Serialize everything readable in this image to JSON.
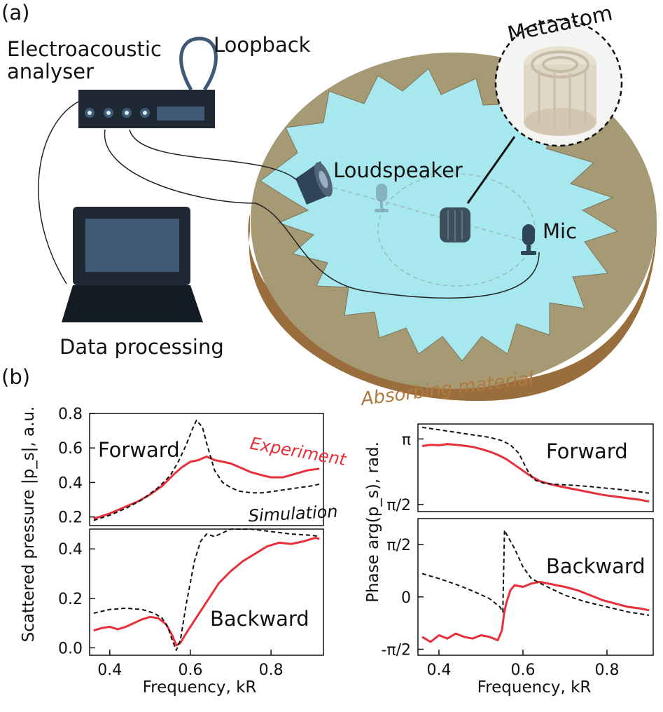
{
  "panel_a": {
    "label": "(a)",
    "analyser_label_line1": "Electroacoustic",
    "analyser_label_line2": "analyser",
    "loopback_label": "Loopback",
    "metaatom_label": "Metaatom",
    "loudspeaker_label": "Loudspeaker",
    "mic_label": "Mic",
    "laptop_label": "Data processing",
    "absorber_label": "Absorbing material"
  },
  "panel_b": {
    "label": "(b)"
  },
  "chart_data": [
    {
      "type": "line",
      "title": "Forward",
      "ylabel": "Scattered pressure |p_s|, a.u.",
      "xlim": [
        0.35,
        0.93
      ],
      "ylim": [
        0.15,
        0.8
      ],
      "yticks": [
        {
          "v": 0.2,
          "t": "0.2"
        },
        {
          "v": 0.4,
          "t": "0.4"
        },
        {
          "v": 0.6,
          "t": "0.6"
        },
        {
          "v": 0.8,
          "t": "0.8"
        }
      ],
      "annotations": [
        "Experiment",
        "Simulation"
      ],
      "colors": {
        "experiment": "#e8303a",
        "simulation": "#111111"
      },
      "series": [
        {
          "name": "Experiment",
          "style": "solid",
          "x": [
            0.36,
            0.4,
            0.44,
            0.47,
            0.5,
            0.53,
            0.56,
            0.58,
            0.6,
            0.62,
            0.64,
            0.66,
            0.68,
            0.7,
            0.72,
            0.75,
            0.78,
            0.8,
            0.83,
            0.86,
            0.89,
            0.92
          ],
          "y": [
            0.19,
            0.22,
            0.26,
            0.29,
            0.33,
            0.38,
            0.45,
            0.49,
            0.52,
            0.53,
            0.55,
            0.53,
            0.52,
            0.51,
            0.49,
            0.46,
            0.44,
            0.43,
            0.43,
            0.45,
            0.47,
            0.48
          ]
        },
        {
          "name": "Simulation",
          "style": "dashed",
          "x": [
            0.36,
            0.4,
            0.44,
            0.48,
            0.52,
            0.55,
            0.57,
            0.59,
            0.605,
            0.615,
            0.63,
            0.64,
            0.66,
            0.68,
            0.7,
            0.72,
            0.75,
            0.78,
            0.81,
            0.84,
            0.87,
            0.9,
            0.92
          ],
          "y": [
            0.18,
            0.21,
            0.25,
            0.3,
            0.37,
            0.44,
            0.52,
            0.62,
            0.71,
            0.76,
            0.72,
            0.63,
            0.47,
            0.4,
            0.37,
            0.35,
            0.34,
            0.34,
            0.35,
            0.36,
            0.37,
            0.38,
            0.39
          ]
        }
      ]
    },
    {
      "type": "line",
      "title": "Backward",
      "xlabel": "Frequency, kR",
      "xlim": [
        0.35,
        0.93
      ],
      "ylim": [
        -0.03,
        0.48
      ],
      "xticks": [
        {
          "v": 0.4,
          "t": "0.4"
        },
        {
          "v": 0.6,
          "t": "0.6"
        },
        {
          "v": 0.8,
          "t": "0.8"
        }
      ],
      "yticks": [
        {
          "v": 0.0,
          "t": "0.0"
        },
        {
          "v": 0.2,
          "t": "0.2"
        },
        {
          "v": 0.4,
          "t": "0.4"
        }
      ],
      "series": [
        {
          "name": "Experiment",
          "style": "solid",
          "x": [
            0.36,
            0.38,
            0.4,
            0.42,
            0.44,
            0.46,
            0.48,
            0.5,
            0.52,
            0.54,
            0.555,
            0.565,
            0.575,
            0.59,
            0.61,
            0.63,
            0.65,
            0.67,
            0.7,
            0.73,
            0.76,
            0.79,
            0.82,
            0.85,
            0.88,
            0.91,
            0.92
          ],
          "y": [
            0.07,
            0.08,
            0.085,
            0.075,
            0.085,
            0.1,
            0.115,
            0.125,
            0.12,
            0.095,
            0.05,
            0.01,
            0.02,
            0.06,
            0.11,
            0.16,
            0.21,
            0.26,
            0.31,
            0.35,
            0.38,
            0.41,
            0.425,
            0.42,
            0.43,
            0.445,
            0.44
          ]
        },
        {
          "name": "Simulation",
          "style": "dashed",
          "x": [
            0.36,
            0.4,
            0.44,
            0.48,
            0.51,
            0.53,
            0.545,
            0.555,
            0.565,
            0.575,
            0.59,
            0.61,
            0.625,
            0.64,
            0.66,
            0.7,
            0.75,
            0.8,
            0.85,
            0.9,
            0.92
          ],
          "y": [
            0.14,
            0.155,
            0.16,
            0.155,
            0.14,
            0.12,
            0.08,
            0.03,
            -0.01,
            0.03,
            0.18,
            0.35,
            0.43,
            0.46,
            0.45,
            0.5,
            0.49,
            0.47,
            0.46,
            0.455,
            0.45
          ]
        }
      ]
    },
    {
      "type": "line",
      "title": "Forward",
      "ylabel": "Phase  arg(p_s), rad.",
      "xlim": [
        0.35,
        0.91
      ],
      "ylim": [
        1.4,
        3.5
      ],
      "yticks": [
        {
          "v": 1.5708,
          "t": "π/2"
        },
        {
          "v": 3.1416,
          "t": "π"
        }
      ],
      "series": [
        {
          "name": "Experiment",
          "style": "solid",
          "x": [
            0.36,
            0.38,
            0.4,
            0.42,
            0.44,
            0.46,
            0.48,
            0.5,
            0.52,
            0.54,
            0.56,
            0.58,
            0.6,
            0.62,
            0.64,
            0.66,
            0.68,
            0.7,
            0.73,
            0.76,
            0.79,
            0.82,
            0.85,
            0.88,
            0.9
          ],
          "y": [
            2.97,
            3.0,
            2.99,
            3.02,
            3.0,
            2.98,
            2.95,
            2.9,
            2.84,
            2.76,
            2.66,
            2.52,
            2.38,
            2.24,
            2.13,
            2.07,
            2.02,
            1.98,
            1.92,
            1.86,
            1.8,
            1.76,
            1.72,
            1.68,
            1.64
          ]
        },
        {
          "name": "Simulation",
          "style": "dashed",
          "x": [
            0.36,
            0.4,
            0.44,
            0.48,
            0.52,
            0.55,
            0.57,
            0.59,
            0.6,
            0.61,
            0.62,
            0.63,
            0.65,
            0.68,
            0.72,
            0.76,
            0.8,
            0.84,
            0.88,
            0.9
          ],
          "y": [
            3.42,
            3.36,
            3.3,
            3.24,
            3.18,
            3.1,
            3.0,
            2.8,
            2.6,
            2.4,
            2.25,
            2.15,
            2.08,
            2.05,
            2.03,
            2.0,
            1.96,
            1.92,
            1.87,
            1.84
          ]
        }
      ]
    },
    {
      "type": "line",
      "title": "Backward",
      "xlabel": "Frequency, kR",
      "xlim": [
        0.35,
        0.91
      ],
      "ylim": [
        -1.75,
        2.35
      ],
      "xticks": [
        {
          "v": 0.4,
          "t": "0.4"
        },
        {
          "v": 0.6,
          "t": "0.6"
        },
        {
          "v": 0.8,
          "t": "0.8"
        }
      ],
      "yticks": [
        {
          "v": -1.5708,
          "t": "-π/2"
        },
        {
          "v": 0.0,
          "t": "0"
        },
        {
          "v": 1.5708,
          "t": "π/2"
        }
      ],
      "series": [
        {
          "name": "Experiment",
          "style": "solid",
          "x": [
            0.36,
            0.38,
            0.4,
            0.42,
            0.44,
            0.46,
            0.48,
            0.5,
            0.52,
            0.54,
            0.55,
            0.555,
            0.56,
            0.57,
            0.58,
            0.6,
            0.62,
            0.64,
            0.66,
            0.68,
            0.7,
            0.73,
            0.76,
            0.79,
            0.82,
            0.85,
            0.88,
            0.9
          ],
          "y": [
            -1.2,
            -1.35,
            -1.15,
            -1.25,
            -1.1,
            -1.2,
            -1.25,
            -1.15,
            -1.2,
            -1.3,
            -1.0,
            -0.5,
            -0.2,
            0.2,
            0.35,
            0.3,
            0.4,
            0.45,
            0.4,
            0.35,
            0.3,
            0.2,
            0.05,
            -0.1,
            -0.2,
            -0.3,
            -0.35,
            -0.4
          ]
        },
        {
          "name": "Simulation",
          "style": "dashed",
          "x": [
            0.36,
            0.4,
            0.44,
            0.48,
            0.52,
            0.545,
            0.552,
            0.556,
            0.56,
            0.58,
            0.6,
            0.62,
            0.65,
            0.7,
            0.75,
            0.8,
            0.85,
            0.9
          ],
          "y": [
            0.7,
            0.55,
            0.38,
            0.18,
            -0.05,
            -0.3,
            -0.45,
            2.0,
            1.9,
            1.45,
            0.9,
            0.55,
            0.35,
            0.05,
            -0.15,
            -0.3,
            -0.45,
            -0.55
          ]
        }
      ]
    }
  ]
}
